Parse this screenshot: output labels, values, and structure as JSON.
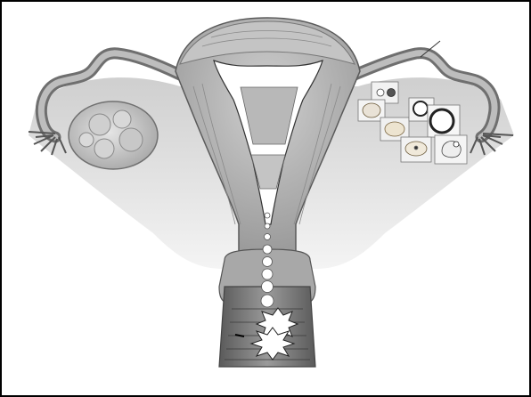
{
  "figure": {
    "background": "#ffffff",
    "frame_color": "#000000",
    "colors": {
      "tissue_light": "#d9d9d9",
      "tissue_mid": "#bdbdbd",
      "tissue_dark": "#8c8c8c",
      "muscle": "#9e9e9e",
      "cavity": "#ffffff",
      "outline": "#3a3a3a"
    },
    "icons": [
      "uterus-illustration",
      "ovary-illustration",
      "fallopian-tube-illustration",
      "follicle-thumbnail",
      "sperm-dot",
      "starburst"
    ],
    "sperm_dot_count": 8,
    "starburst_count": 2,
    "follicle_thumbnail_count": 7
  }
}
